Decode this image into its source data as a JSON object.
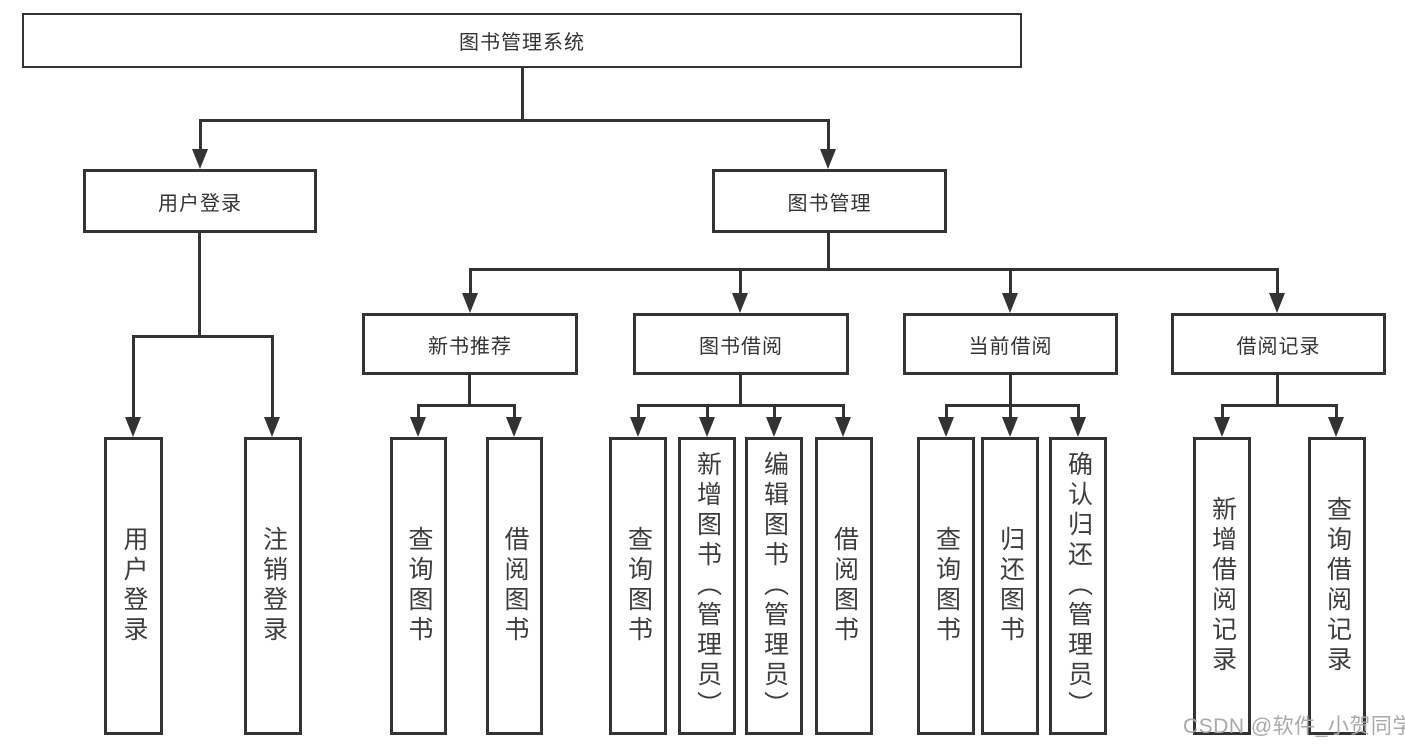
{
  "diagram": {
    "root": "图书管理系统",
    "level2": {
      "user_login": {
        "label": "用户登录",
        "children": [
          "用户登录",
          "注销登录"
        ]
      },
      "book_manage": {
        "label": "图书管理"
      }
    },
    "level3": {
      "new_book_recommend": {
        "label": "新书推荐",
        "children": [
          "查询图书",
          "借阅图书"
        ]
      },
      "book_borrow": {
        "label": "图书借阅",
        "children": [
          "查询图书",
          "新增图书（管理员）",
          "编辑图书（管理员）",
          "借阅图书"
        ]
      },
      "current_borrow": {
        "label": "当前借阅",
        "children": [
          "查询图书",
          "归还图书",
          "确认归还（管理员）"
        ]
      },
      "borrow_records": {
        "label": "借阅记录",
        "children": [
          "新增借阅记录",
          "查询借阅记录"
        ]
      }
    },
    "colors": {
      "line": "#333333",
      "text": "#3d3d3d",
      "background": "#ffffff",
      "watermark": "#a9a9a9"
    }
  },
  "watermark": "CSDN @软件_小贺同学"
}
